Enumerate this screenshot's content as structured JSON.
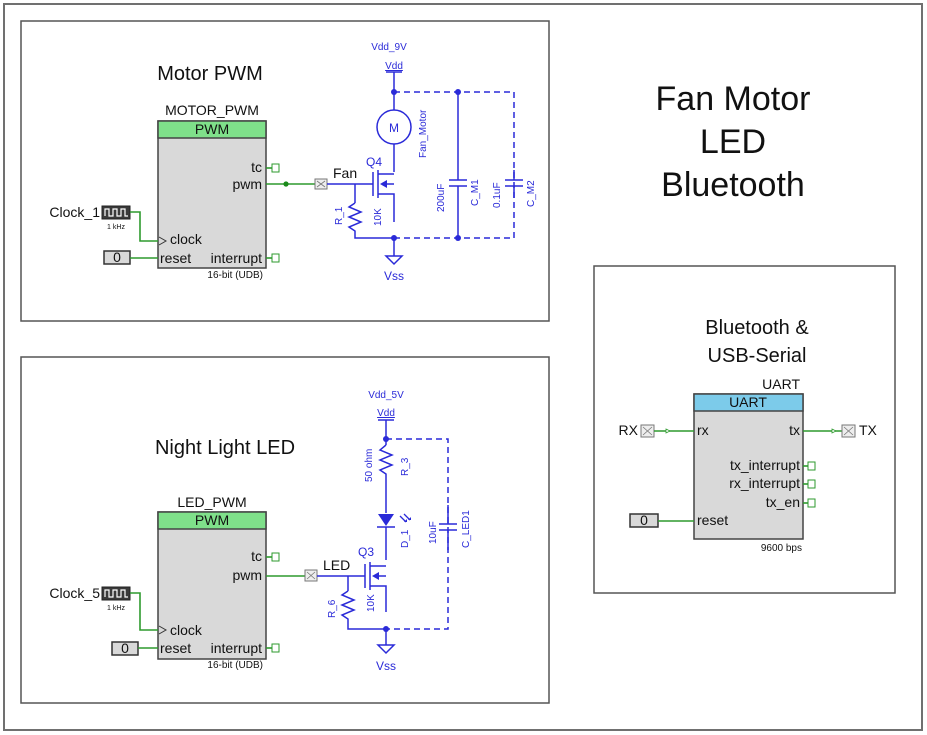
{
  "page_title": "Fan Motor\nLED\nBluetooth",
  "page_title_lines": [
    "Fan Motor",
    "LED",
    "Bluetooth"
  ],
  "colors": {
    "pwm_header": "#7fe08a",
    "uart_header": "#7ccbea",
    "net_wire": "#2e9a2e",
    "analog_wire": "#2a2ad8",
    "component_body": "#d9d9d9"
  },
  "motor_panel": {
    "title": "Motor PWM",
    "component": {
      "instance_name": "MOTOR_PWM",
      "type": "PWM",
      "footer": "16-bit (UDB)",
      "pins_right": [
        "tc",
        "pwm",
        "interrupt"
      ],
      "pins_left": [
        "clock",
        "reset"
      ]
    },
    "clock": {
      "name": "Clock_1",
      "freq": "1 kHz"
    },
    "reset_const": "0",
    "net_label": "Fan",
    "supply": {
      "net": "Vdd_9V",
      "symbol": "Vdd"
    },
    "ground": "Vss",
    "transistor": "Q4",
    "motor": {
      "symbol": "M",
      "name": "Fan_Motor"
    },
    "resistor": {
      "name": "R_1",
      "value": "10K"
    },
    "capacitors": [
      {
        "name": "C_M1",
        "value": "200uF"
      },
      {
        "name": "C_M2",
        "value": "0.1uF"
      }
    ]
  },
  "led_panel": {
    "title": "Night Light LED",
    "component": {
      "instance_name": "LED_PWM",
      "type": "PWM",
      "footer": "16-bit (UDB)",
      "pins_right": [
        "tc",
        "pwm",
        "interrupt"
      ],
      "pins_left": [
        "clock",
        "reset"
      ]
    },
    "clock": {
      "name": "Clock_5",
      "freq": "1 kHz"
    },
    "reset_const": "0",
    "net_label": "LED",
    "supply": {
      "net": "Vdd_5V",
      "symbol": "Vdd"
    },
    "ground": "Vss",
    "transistor": "Q3",
    "resistor_top": {
      "name": "R_3",
      "value": "50 ohm"
    },
    "diode": {
      "name": "D_1"
    },
    "resistor": {
      "name": "R_6",
      "value": "10K"
    },
    "capacitor": {
      "name": "C_LED1",
      "value": "10uF"
    }
  },
  "bt_panel": {
    "title_lines": [
      "Bluetooth &",
      "USB-Serial"
    ],
    "component": {
      "instance_name": "UART",
      "type": "UART",
      "footer": "9600 bps",
      "pins_left": [
        "rx",
        "reset"
      ],
      "pins_right": [
        "tx",
        "tx_interrupt",
        "rx_interrupt",
        "tx_en"
      ]
    },
    "rx_port": "RX",
    "tx_port": "TX",
    "reset_const": "0"
  }
}
